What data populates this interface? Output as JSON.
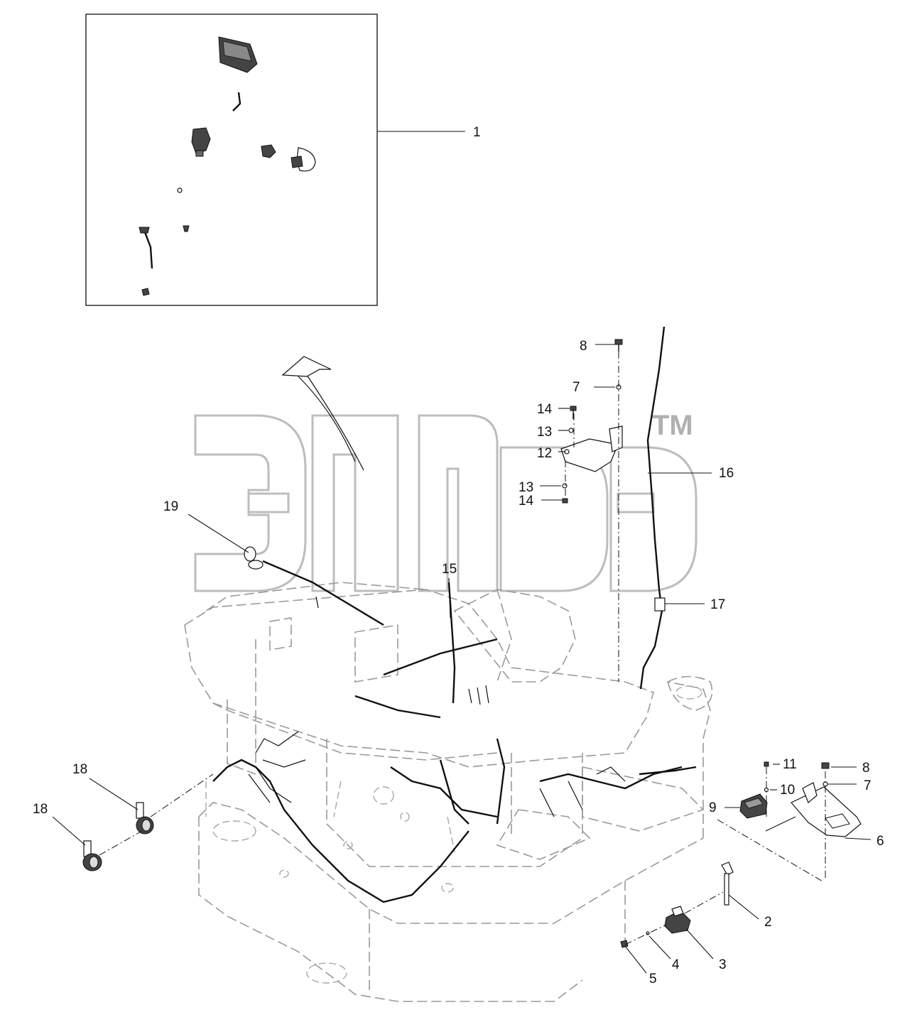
{
  "inset": {
    "callout": "1"
  },
  "callouts": {
    "c1": "1",
    "c2": "2",
    "c3": "3",
    "c4": "4",
    "c5": "5",
    "c6": "6",
    "c7a": "7",
    "c7b": "7",
    "c8a": "8",
    "c8b": "8",
    "c9": "9",
    "c10": "10",
    "c11": "11",
    "c12": "12",
    "c13a": "13",
    "c13b": "13",
    "c14a": "14",
    "c14b": "14",
    "c15": "15",
    "c16": "16",
    "c17": "17",
    "c18a": "18",
    "c18b": "18",
    "c19": "19"
  },
  "watermark": {
    "tm": "TM"
  },
  "colors": {
    "line": "#111111",
    "ghost": "#9a9a9a",
    "watermark": "#bdbdbd"
  }
}
